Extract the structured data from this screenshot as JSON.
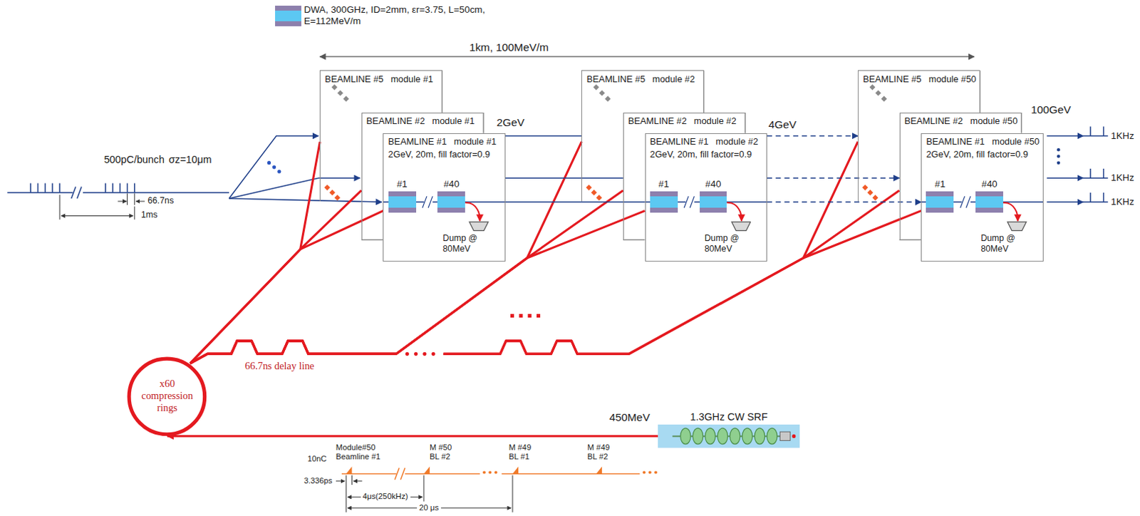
{
  "diagram": {
    "nodes": [
      {
        "text": [
          "BEAMLINE #5",
          "module #1"
        ]
      },
      {
        "text": [
          "BEAMLINE #2",
          "module #1"
        ]
      },
      {
        "text": [
          "BEAMLINE #1",
          "module #1",
          "2GeV, 20m, fill factor=0.9"
        ]
      },
      {
        "text": [
          "#1"
        ],
        "in": 2
      },
      {
        "text": [
          "#40"
        ],
        "in": 2
      },
      {
        "text": [
          "Dump @ 80MeV"
        ],
        "in": 2
      },
      {
        "text": [
          "BEAMLINE #5",
          "module #2"
        ]
      },
      {
        "text": [
          "BEAMLINE #2",
          "module #2"
        ]
      },
      {
        "text": [
          "BEAMLINE #1",
          "module #2",
          "2GeV, 20m, fill factor=0.9"
        ]
      },
      {
        "text": [
          "#1"
        ],
        "in": 8
      },
      {
        "text": [
          "#40"
        ],
        "in": 8
      },
      {
        "text": [
          "Dump @ 80MeV"
        ],
        "in": 8
      },
      {
        "text": [
          "BEAMLINE #5",
          "module #50"
        ]
      },
      {
        "text": [
          "BEAMLINE #2",
          "module #50"
        ]
      },
      {
        "text": [
          "BEAMLINE #1",
          "module #50",
          "2GeV, 20m, fill factor=0.9"
        ]
      },
      {
        "text": [
          "#1"
        ],
        "in": 14
      },
      {
        "text": [
          "#40"
        ],
        "in": 14
      },
      {
        "text": [
          "Dump @ 80MeV"
        ],
        "in": 14
      },
      {
        "text": [
          "x60 compression rings"
        ]
      },
      {
        "text": [
          "1.3GHz CW SRF"
        ]
      }
    ],
    "edges": [
      {
        "from": 19,
        "to": 18,
        "arrow": "to",
        "label": "450MeV"
      },
      {
        "from": 18,
        "to": 0,
        "arrow": "none"
      },
      {
        "from": 18,
        "to": 1,
        "arrow": "none"
      },
      {
        "from": 18,
        "to": 2,
        "arrow": "none"
      },
      {
        "from": 18,
        "to": 6,
        "arrow": "none"
      },
      {
        "from": 18,
        "to": 7,
        "arrow": "none"
      },
      {
        "from": 18,
        "to": 8,
        "arrow": "none"
      },
      {
        "from": 18,
        "to": 12,
        "arrow": "none"
      },
      {
        "from": 18,
        "to": 13,
        "arrow": "none"
      },
      {
        "from": 18,
        "to": 14,
        "arrow": "none"
      },
      {
        "from": 0,
        "to": 6,
        "arrow": "none"
      },
      {
        "from": 1,
        "to": 7,
        "arrow": "none"
      },
      {
        "from": 2,
        "to": 8,
        "arrow": "none"
      },
      {
        "from": 6,
        "to": 12,
        "arrow": "to"
      },
      {
        "from": 7,
        "to": 13,
        "arrow": "to"
      },
      {
        "from": 8,
        "to": 14,
        "arrow": "to"
      },
      {
        "from": 4,
        "to": 5,
        "arrow": "to"
      },
      {
        "from": 10,
        "to": 11,
        "arrow": "to"
      },
      {
        "from": 16,
        "to": 17,
        "arrow": "to"
      }
    ],
    "labels": [
      "1km, 100MeV/m",
      "2GeV",
      "4GeV",
      "100GeV",
      "1KHz",
      "1KHz",
      "1KHz",
      "500pC/bunch",
      "σz=10μm",
      "66.7ns",
      "1ms",
      "66.7ns delay line",
      "Module#50 Beamline #1",
      "M #50 BL #2",
      "M #49 BL #1",
      "M #49 BL #2",
      "10nC",
      "3.336ps",
      "4μs(250kHz)",
      "20 μs"
    ],
    "legend": [
      {
        "text": "DWA, 300GHz, ID=2mm, εr=3.75, L=50cm, E=112MeV/m",
        "color": "#5cc8f2"
      }
    ]
  }
}
